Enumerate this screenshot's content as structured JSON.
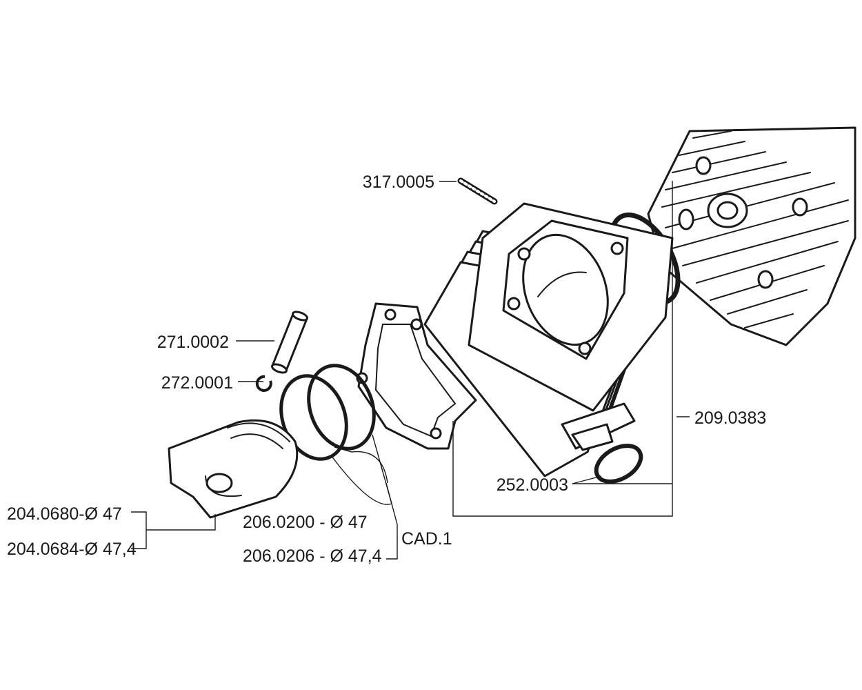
{
  "labels": {
    "stud": "317.0005",
    "piston_pin": "271.0002",
    "circlip": "272.0001",
    "cylinder_kit": "209.0383",
    "head_gasket": "252.0003",
    "piston_1": "204.0680-Ø 47",
    "piston_2": "204.0684-Ø 47,4",
    "rings_1": "206.0200 - Ø 47",
    "rings_2": "206.0206 - Ø 47,4",
    "cad": "CAD.1"
  },
  "colors": {
    "line": "#1a1a1a",
    "background": "#ffffff"
  }
}
